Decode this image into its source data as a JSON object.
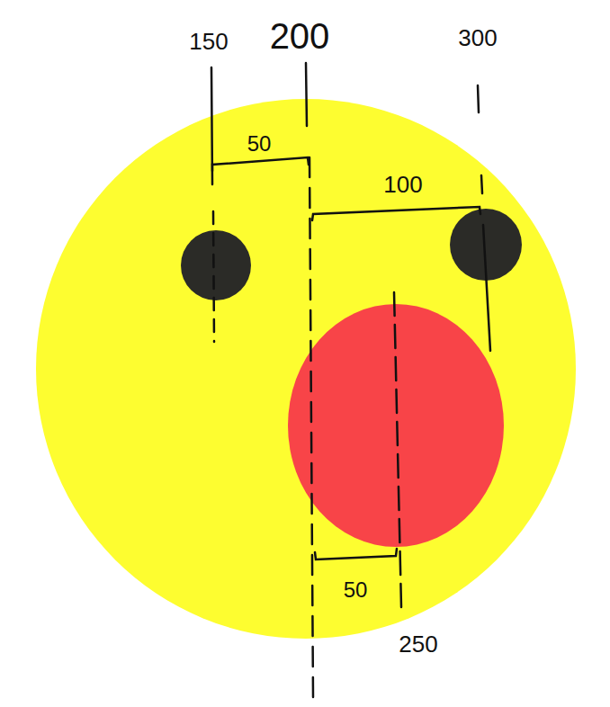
{
  "diagram": {
    "labels": [
      "150",
      "200",
      "300",
      "50",
      "100",
      "50",
      "250"
    ]
  }
}
